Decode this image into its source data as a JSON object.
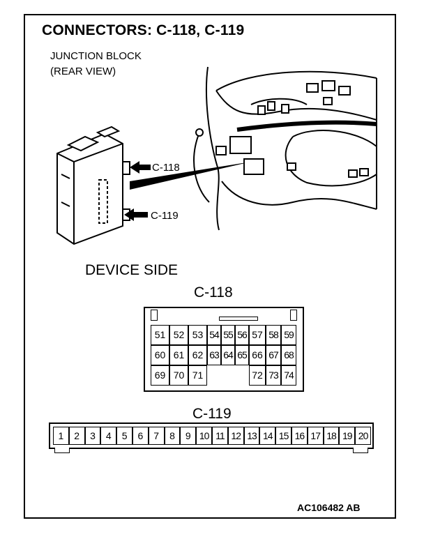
{
  "title": "CONNECTORS: C-118, C-119",
  "junction_block": {
    "line1": "JUNCTION BLOCK",
    "line2": "(REAR VIEW)"
  },
  "callouts": {
    "c118": "C-118",
    "c119": "C-119"
  },
  "device_side": "DEVICE SIDE",
  "connector_c118": {
    "label": "C-118",
    "rows": [
      [
        "51",
        "52",
        "53",
        "54",
        "55",
        "56",
        "57",
        "58",
        "59"
      ],
      [
        "60",
        "61",
        "62",
        "63",
        "64",
        "65",
        "66",
        "67",
        "68"
      ],
      [
        "69",
        "70",
        "71",
        "",
        "",
        "",
        "72",
        "73",
        "74"
      ]
    ]
  },
  "connector_c119": {
    "label": "C-119",
    "pins": [
      "1",
      "2",
      "3",
      "4",
      "5",
      "6",
      "7",
      "8",
      "9",
      "10",
      "11",
      "12",
      "13",
      "14",
      "15",
      "16",
      "17",
      "18",
      "19",
      "20"
    ]
  },
  "reference": "AC106482 AB"
}
